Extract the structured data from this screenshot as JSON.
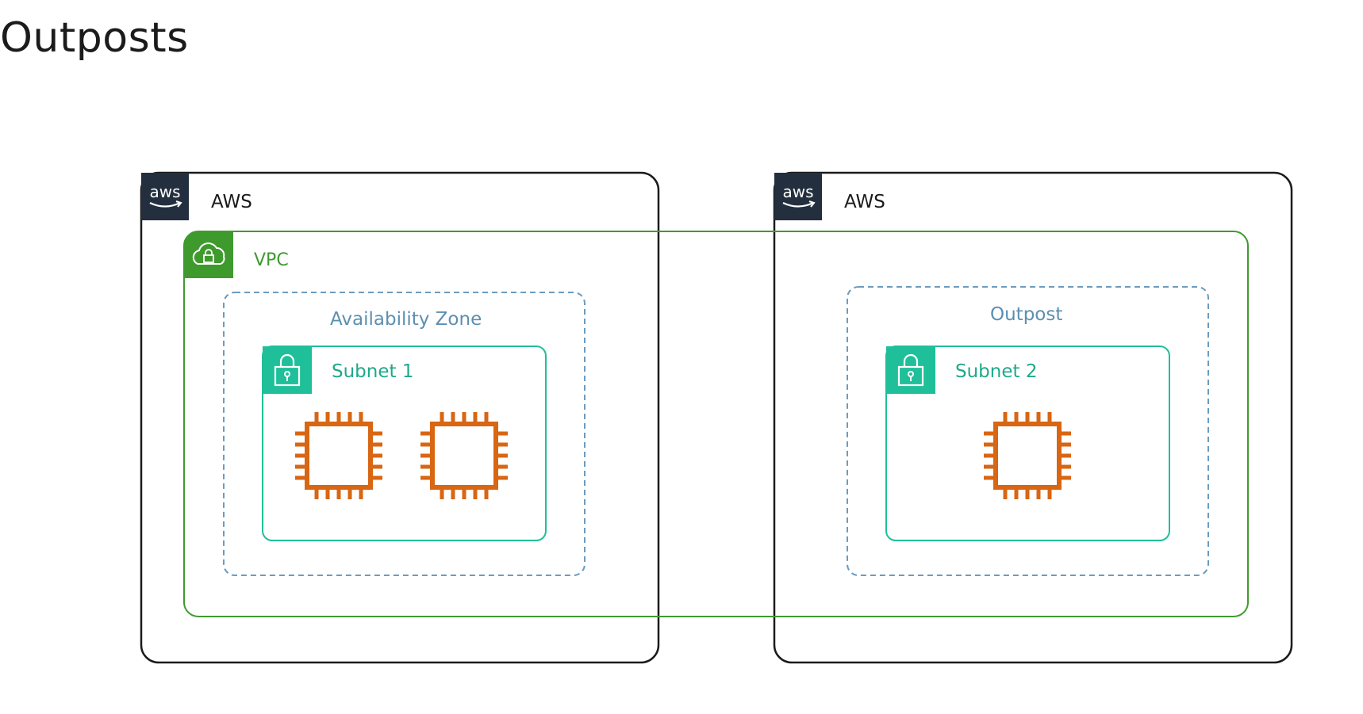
{
  "title": "Outposts",
  "regions": [
    {
      "label": "AWS",
      "logo_text": "aws"
    },
    {
      "label": "AWS",
      "logo_text": "aws"
    }
  ],
  "vpc": {
    "label": "VPC"
  },
  "zones": [
    {
      "label": "Availability Zone"
    },
    {
      "label": "Outpost"
    }
  ],
  "subnets": [
    {
      "label": "Subnet 1",
      "instances": 2
    },
    {
      "label": "Subnet 2",
      "instances": 1
    }
  ],
  "colors": {
    "aws_border": "#1b1b1b",
    "aws_badge": "#232f3e",
    "vpc_green": "#3f9a2e",
    "zone_dashed": "#6b9bc0",
    "subnet_teal": "#1fbf9a",
    "ec2_orange": "#d86613"
  },
  "icons": [
    "aws-logo-icon",
    "vpc-cloud-lock-icon",
    "subnet-lock-icon",
    "ec2-instance-chip-icon"
  ]
}
